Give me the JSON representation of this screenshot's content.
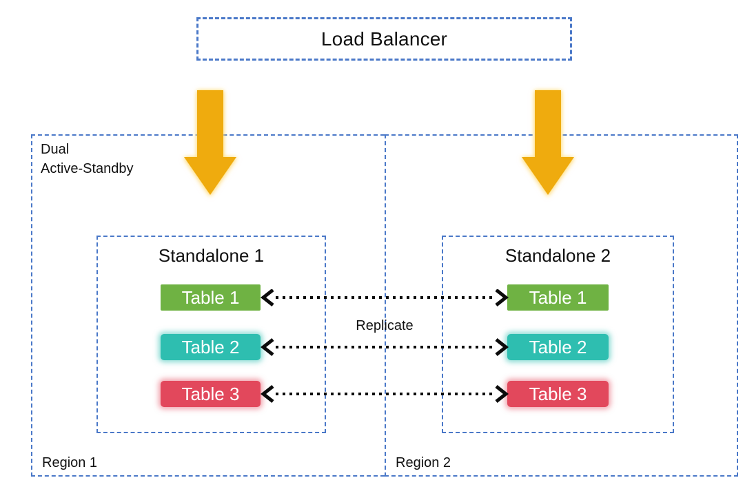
{
  "load_balancer": {
    "label": "Load Balancer"
  },
  "dual_label": {
    "lines": [
      "Dual",
      "Active-Standby"
    ]
  },
  "replicate_label": "Replicate",
  "regions": [
    {
      "label": "Region 1",
      "standalone": {
        "title": "Standalone 1",
        "tables": [
          {
            "label": "Table 1",
            "color": "#6fb243"
          },
          {
            "label": "Table 2",
            "color": "#2ebeb0"
          },
          {
            "label": "Table 3",
            "color": "#e2485c"
          }
        ]
      }
    },
    {
      "label": "Region 2",
      "standalone": {
        "title": "Standalone 2",
        "tables": [
          {
            "label": "Table 1",
            "color": "#6fb243"
          },
          {
            "label": "Table 2",
            "color": "#2ebeb0"
          },
          {
            "label": "Table 3",
            "color": "#e2485c"
          }
        ]
      }
    }
  ],
  "icons": {
    "flow_arrow": "down-arrow-icon",
    "replication": "double-headed-dotted-arrow-icon"
  },
  "colors": {
    "dashed_border": "#4a78c8",
    "flow_arrow": "#efab0e",
    "replication_arrow": "#0b0b0b",
    "table_text": "#ffffff",
    "text": "#111111",
    "background": "#ffffff"
  }
}
